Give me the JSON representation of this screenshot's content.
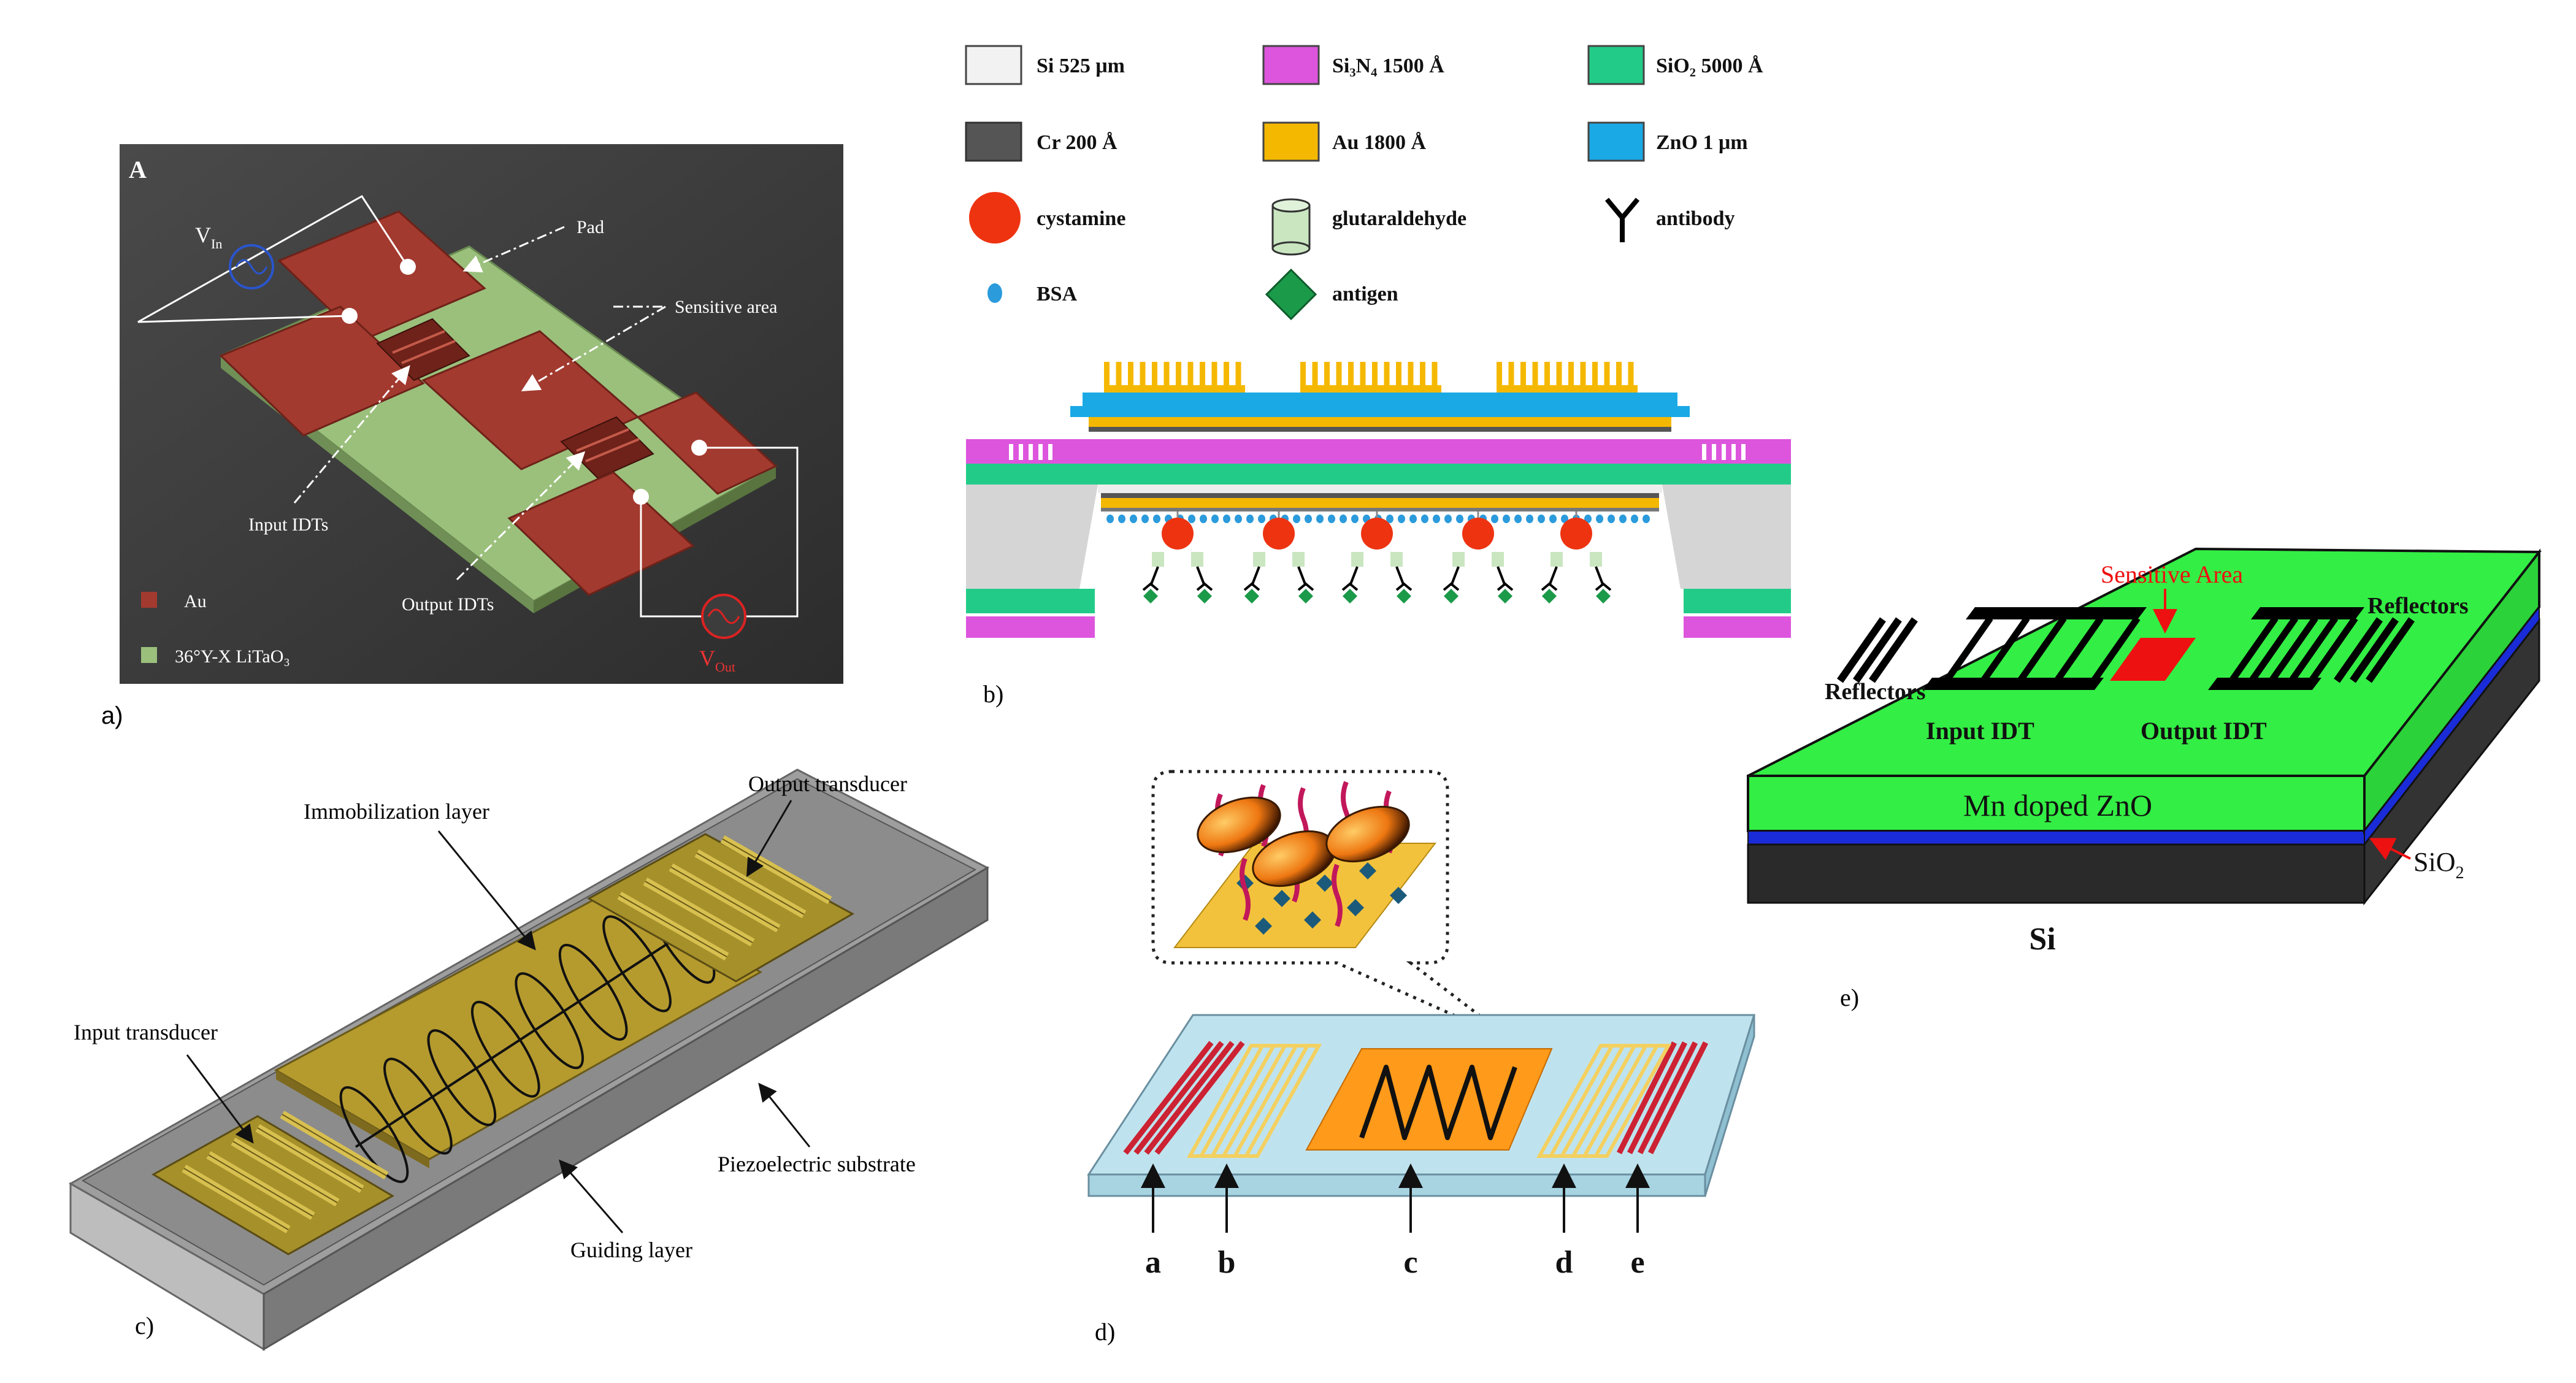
{
  "panel_a": {
    "corner_letter": "A",
    "vin": "V",
    "vin_sub": "In",
    "vout": "V",
    "vout_sub": "Out",
    "pad_label": "Pad",
    "sensitive_label": "Sensitive area",
    "input_idts_label": "Input IDTs",
    "output_idts_label": "Output IDTs",
    "legend_au": "Au",
    "legend_substrate": "36°Y-X LiTaO₃",
    "panel_label": "a)",
    "colors": {
      "background": "#3c3c3c",
      "electrode": "#a33a2f",
      "substrate": "#9bc07c",
      "wire": "#ffffff"
    }
  },
  "panel_b": {
    "legend": [
      {
        "label": "Si 525 μm",
        "color": "#f2f2f2"
      },
      {
        "label": "Si₃N₄ 1500 Å",
        "color": "#dd55dd"
      },
      {
        "label": "SiO₂ 5000 Å",
        "color": "#22cc88"
      },
      {
        "label": "Cr 200 Å",
        "color": "#555555"
      },
      {
        "label": "Au 1800 Å",
        "color": "#f5b800"
      },
      {
        "label": "ZnO 1 μm",
        "color": "#1ba9e6"
      },
      {
        "label": "cystamine",
        "color": "#ee3311"
      },
      {
        "label": "glutaraldehyde",
        "color": "#c9e6c0"
      },
      {
        "label": "antibody",
        "color": "#000000"
      },
      {
        "label": "BSA",
        "color": "#2b9bdc"
      },
      {
        "label": "antigen",
        "color": "#1b9a4a"
      }
    ],
    "panel_label": "b)"
  },
  "panel_c": {
    "output_transducer": "Output transducer",
    "immobilization_layer": "Immobilization layer",
    "input_transducer": "Input transducer",
    "piezoelectric_substrate": "Piezoelectric substrate",
    "guiding_layer": "Guiding layer",
    "panel_label": "c)",
    "colors": {
      "substrate": "#8c8c8c",
      "gold": "#b59a2e"
    }
  },
  "panel_d": {
    "letters": [
      "a",
      "b",
      "c",
      "d",
      "e"
    ],
    "panel_label": "d)",
    "colors": {
      "substrate": "#bfe3ee",
      "reflector": "#cc2233",
      "idt": "#f3d060",
      "sensing": "#ff9a1a"
    }
  },
  "panel_e": {
    "sensitive_area": "Sensitive Area",
    "reflectors_right": "Reflectors",
    "reflectors_left": "Reflectors",
    "input_idt": "Input IDT",
    "output_idt": "Output IDT",
    "layer_zno": "Mn doped ZnO",
    "sio2": "SiO",
    "sio2_sub": "2",
    "si": "Si",
    "panel_label": "e)",
    "colors": {
      "zno": "#33ee44",
      "sio2": "#1a2bd8",
      "si": "#2a2a2a",
      "sensitive": "#ee1111"
    }
  }
}
